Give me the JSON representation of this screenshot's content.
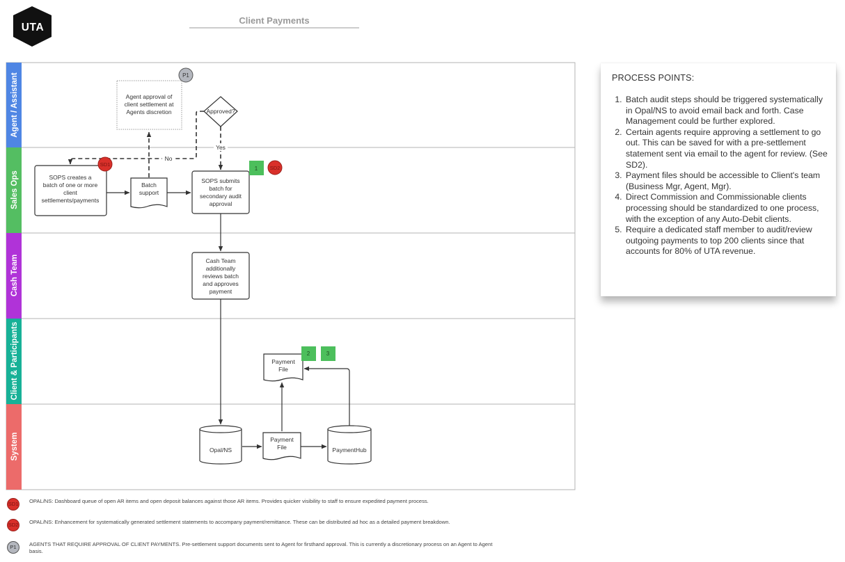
{
  "title": "Client Payments",
  "logo_text": "UTA",
  "lanes": [
    {
      "id": "agent",
      "label": "Agent / Assistant",
      "color": "#4f86e4"
    },
    {
      "id": "sales",
      "label": "Sales Ops",
      "color": "#54be62"
    },
    {
      "id": "cash",
      "label": "Cash Team",
      "color": "#b033d8"
    },
    {
      "id": "client",
      "label": "Client & Participants",
      "color": "#17b197"
    },
    {
      "id": "system",
      "label": "System",
      "color": "#ec6b6a"
    }
  ],
  "nodes": {
    "agent_approval": "Agent approval of\nclient settlement at\nAgents discretion",
    "approved": "Approved?",
    "sops_creates": "SOPS creates a\nbatch of one or more\nclient\nsettlements/payments",
    "batch_support": "Batch\nsupport",
    "sops_submits": "SOPS submits\nbatch for\nsecondary audit\napproval",
    "cash_team": "Cash Team\nadditionally\nreviews batch\nand approves\npayment",
    "payment_file_client": "Payment\nFile",
    "opal": "Opal/NS",
    "payment_file_system": "Payment\nFile",
    "paymenthub": "PaymentHub"
  },
  "edge_labels": {
    "no": "No",
    "yes": "Yes"
  },
  "badges": {
    "p1": "P1",
    "sd1": "SD1",
    "sd2": "SD2",
    "n1": "1",
    "n2": "2",
    "n3": "3"
  },
  "process_points": {
    "title": "PROCESS POINTS:",
    "items": [
      "Batch audit steps should be triggered systematically in Opal/NS  to avoid email back and forth. Case Management could be further explored.",
      "Certain agents require approving a settlement to go out. This can be saved for with a pre-settlement statement sent via email to the agent for review. (See SD2).",
      "Payment files should be accessible to Client's team (Business Mgr, Agent, Mgr).",
      "Direct Commission and Commissionable clients processing should be standardized to one process, with the exception of any Auto-Debit clients.",
      "Require a dedicated staff member to audit/review outgoing payments to top 200 clients since that accounts for 80% of UTA revenue."
    ]
  },
  "legend": [
    {
      "badge": "SD1",
      "text": "OPAL/NS: Dashboard queue of open AR items and open deposit balances against those AR items. Provides quicker visibility to staff to ensure expedited payment process."
    },
    {
      "badge": "SD2",
      "text": "OPAL/NS: Enhancement for systematically generated settlement statements to accompany payment/remittance. These can be distributed ad hoc as a detailed payment breakdown."
    },
    {
      "badge": "P1",
      "text": "AGENTS THAT REQUIRE APPROVAL OF CLIENT PAYMENTS. Pre-settlement support documents sent to Agent for firsthand approval. This is currently a discretionary process on an Agent to Agent basis."
    }
  ]
}
